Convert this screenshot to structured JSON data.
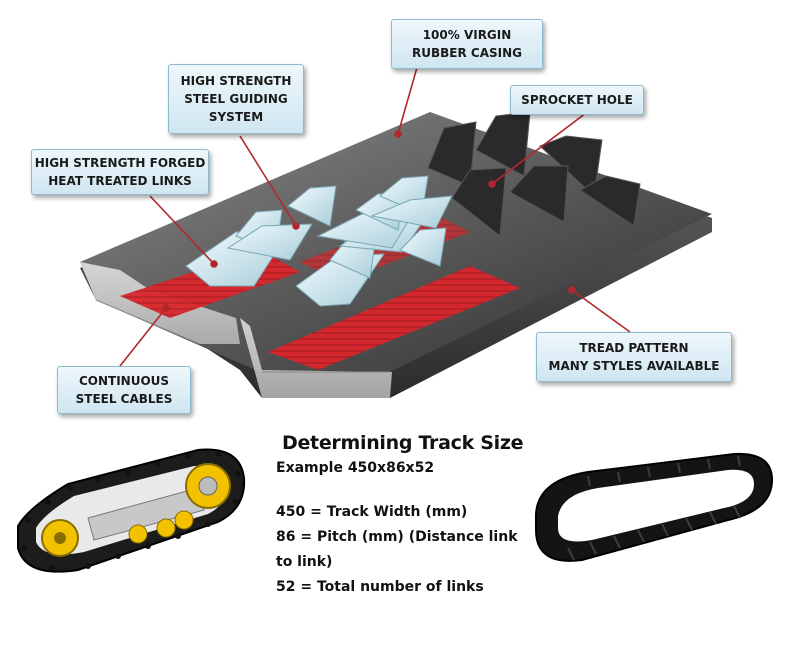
{
  "callouts": {
    "virgin_rubber": [
      "100% VIRGIN",
      "RUBBER CASING"
    ],
    "guiding_system": [
      "HIGH STRENGTH",
      "STEEL GUIDING",
      "SYSTEM"
    ],
    "sprocket_hole": [
      "SPROCKET HOLE"
    ],
    "forged_links": [
      "HIGH STRENGTH FORGED",
      "HEAT TREATED LINKS"
    ],
    "tread_pattern": [
      "TREAD PATTERN",
      "MANY STYLES AVAILABLE"
    ],
    "steel_cables": [
      "CONTINUOUS",
      "STEEL CABLES"
    ]
  },
  "info": {
    "title": "Determining Track Size",
    "example": "Example 450x86x52",
    "specs": [
      "450 = Track Width (mm)",
      "86 = Pitch (mm) (Distance link",
      "to link)",
      "52 = Total number of links"
    ]
  },
  "colors": {
    "rubber": "#3a3a3a",
    "cable": "#d9262b",
    "guide": "#d8eef5",
    "callout_bg": "#cfe6f1",
    "leader": "#b0282c",
    "roller": "#f2c200"
  },
  "icons": {
    "undercarriage": "track-undercarriage-illustration",
    "rubber_track": "rubber-track-loop-illustration"
  }
}
